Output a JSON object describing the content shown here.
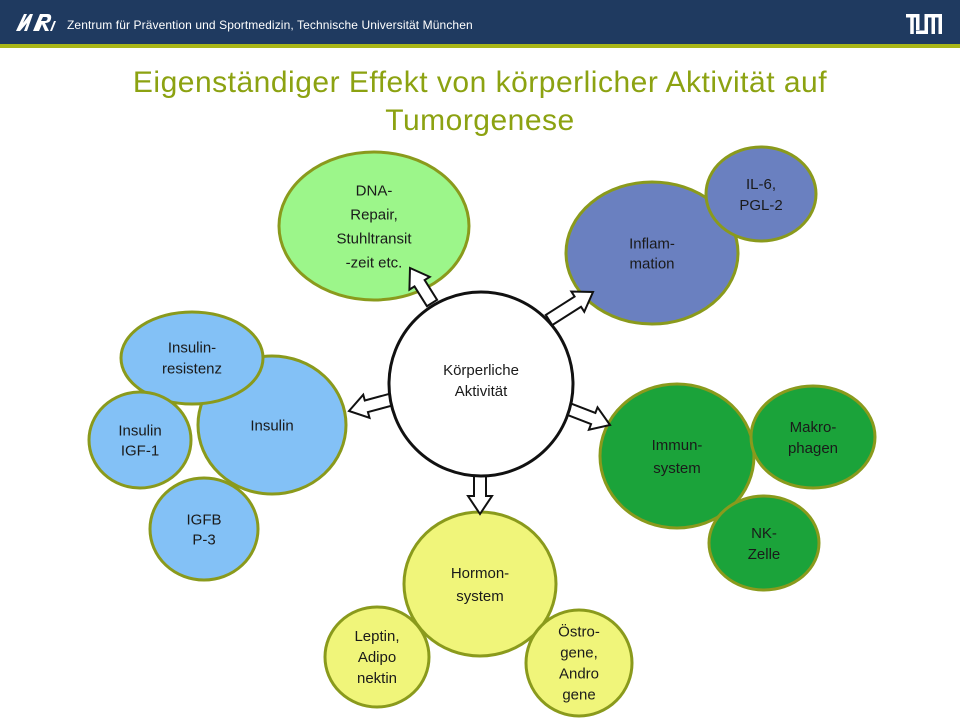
{
  "header": {
    "institution": "Zentrum für Prävention und Sportmedizin, Technische Universität München",
    "left_logo_icon": "institute-logo-icon",
    "right_logo_icon": "tum-logo-icon"
  },
  "title": "Eigenständiger Effekt von körperlicher Aktivität auf Tumorgenese",
  "colors": {
    "header_bg": "#1f3a60",
    "accent_rule": "#a9b617",
    "title_text": "#8ca211",
    "circle_border": "#8a9a1c",
    "green_light": "#9cf68a",
    "blue_grey": "#6a80c0",
    "green": "#1ba33a",
    "sky_blue": "#83c1f6",
    "yellow": "#f0f57a"
  },
  "diagram": {
    "center": [
      "Körperliche",
      "Aktivität"
    ],
    "dna": [
      "DNA-",
      "Repair,",
      "Stuhltransit",
      "-zeit etc."
    ],
    "inflammation": [
      "Inflam-",
      "mation"
    ],
    "il6": [
      "IL-6,",
      "PGL-2"
    ],
    "immune": [
      "Immun-",
      "system"
    ],
    "macrophages": [
      "Makro-",
      "phagen"
    ],
    "nk": [
      "NK-",
      "Zelle"
    ],
    "hormone": [
      "Hormon-",
      "system"
    ],
    "leptin": [
      "Leptin,",
      "Adipo",
      "nektin"
    ],
    "estrogen": [
      "Östro-",
      "gene,",
      "Andro",
      "gene"
    ],
    "insulin": [
      "Insulin"
    ],
    "insulin_resistance": [
      "Insulin-",
      "resistenz"
    ],
    "insulin_igf": [
      "Insulin",
      "IGF-1"
    ],
    "igfbp": [
      "IGFB",
      "P-3"
    ]
  }
}
